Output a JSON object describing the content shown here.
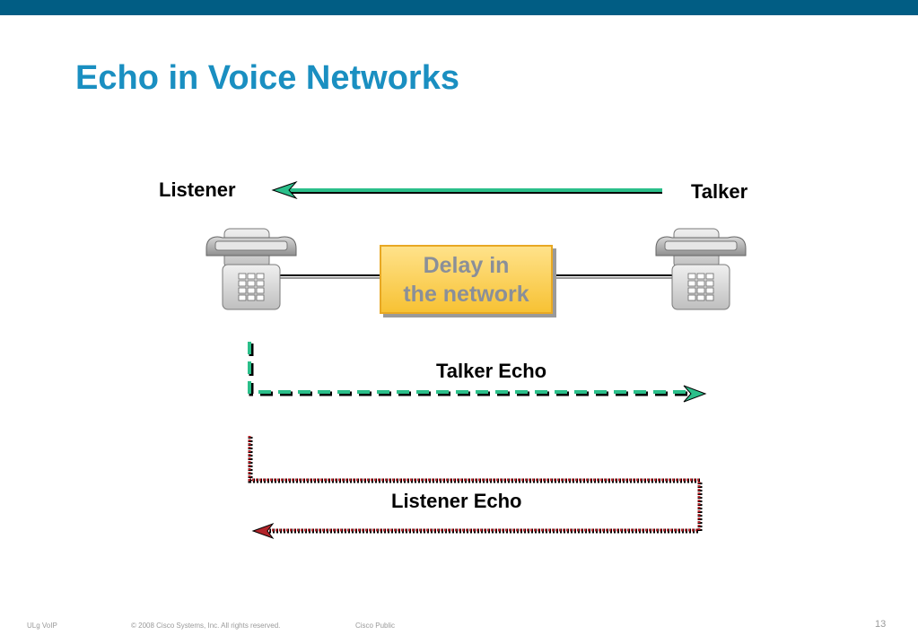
{
  "slide": {
    "title": "Echo in Voice Networks"
  },
  "diagram": {
    "listener_label": "Listener",
    "talker_label": "Talker",
    "delay_box": {
      "line1": "Delay in",
      "line2": "the network"
    },
    "talker_echo_label": "Talker Echo",
    "listener_echo_label": "Listener Echo",
    "icons": [
      "telephone-icon",
      "telephone-icon"
    ]
  },
  "footer": {
    "course": "ULg VoIP",
    "copyright": "© 2008 Cisco Systems, Inc. All rights reserved.",
    "classification": "Cisco Public",
    "page_number": "13"
  },
  "colors": {
    "top_bar": "#015d84",
    "title": "#1a8fc1",
    "green_arrow": "#2bbf8a",
    "red_dotted": "#b2242a",
    "delay_box": "#f7c234"
  }
}
